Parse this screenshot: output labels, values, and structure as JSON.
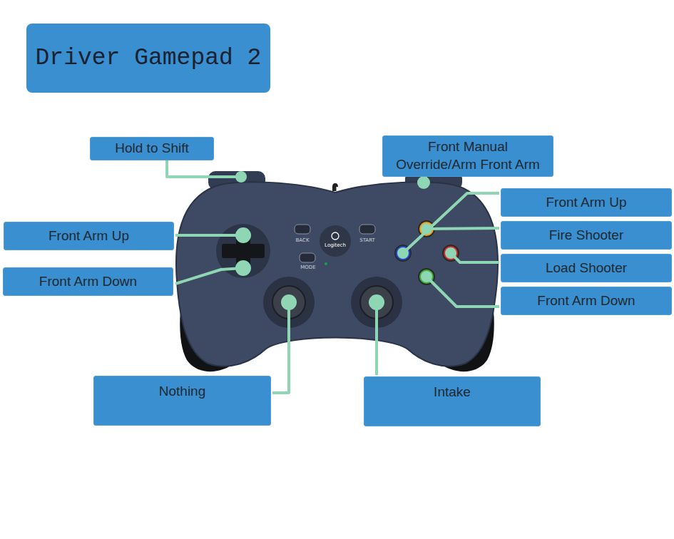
{
  "diagram": {
    "title": "Driver Gamepad 2",
    "nodes": [
      {
        "text": [
          "Hold to Shift"
        ]
      },
      {
        "text": [
          "Front Manual Override/Arm Front Arm"
        ]
      },
      {
        "text": [
          "Front Arm Up"
        ]
      },
      {
        "text": [
          "Front Arm Up"
        ]
      },
      {
        "text": [
          "Fire Shooter"
        ]
      },
      {
        "text": [
          "Load Shooter"
        ]
      },
      {
        "text": [
          "Front Arm Down"
        ]
      },
      {
        "text": [
          "Front Arm Down"
        ]
      },
      {
        "text": [
          "Nothing"
        ]
      },
      {
        "text": [
          "Intake"
        ]
      }
    ],
    "labels": [
      "BACK",
      "START",
      "MODE",
      "Logitech"
    ]
  }
}
